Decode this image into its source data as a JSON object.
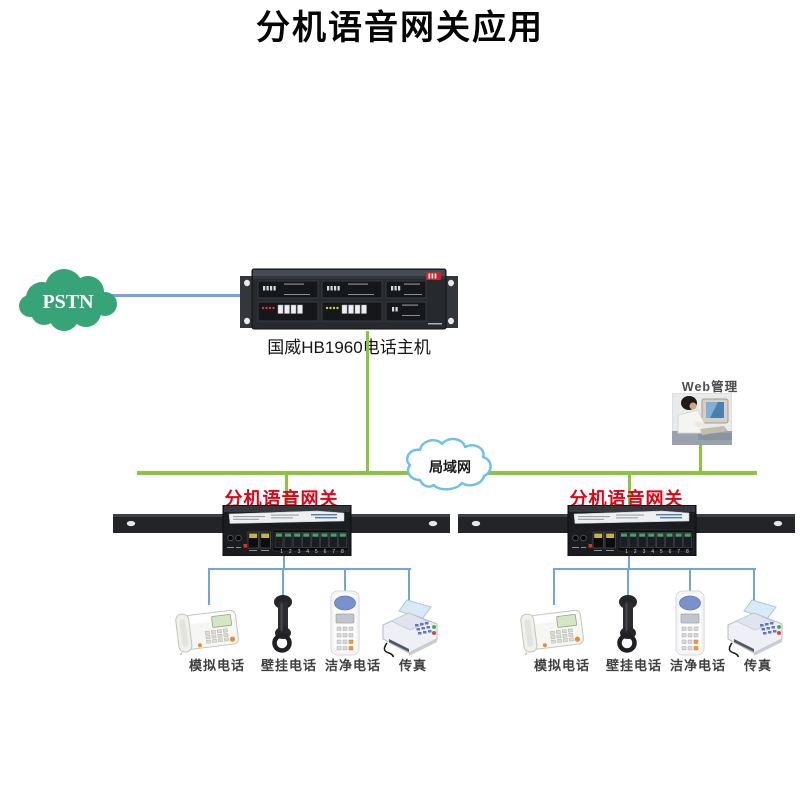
{
  "title": "分机语音网关应用",
  "pstn": {
    "label": "PSTN"
  },
  "host": {
    "label": "国威HB1960电话主机"
  },
  "lan": {
    "label": "局域网"
  },
  "web": {
    "label": "Web管理"
  },
  "gateways": [
    {
      "label": "分机语音网关",
      "port_numbers": "1 2 3 4 5 6 7 8",
      "phones": [
        {
          "label": "模拟电话"
        },
        {
          "label": "壁挂电话"
        },
        {
          "label": "洁净电话"
        },
        {
          "label": "传真"
        }
      ]
    },
    {
      "label": "分机语音网关",
      "port_numbers": "1 2 3 4 5 6 7 8",
      "phones": [
        {
          "label": "模拟电话"
        },
        {
          "label": "壁挂电话"
        },
        {
          "label": "洁净电话"
        },
        {
          "label": "传真"
        }
      ]
    }
  ],
  "colors": {
    "lan_line": "#8bc53f",
    "device_link_line": "#74a3e3",
    "gateway_label_red": "#e60012",
    "pstn_cloud_green": "#37a478",
    "lan_cloud_stroke": "#6ac0ee"
  }
}
